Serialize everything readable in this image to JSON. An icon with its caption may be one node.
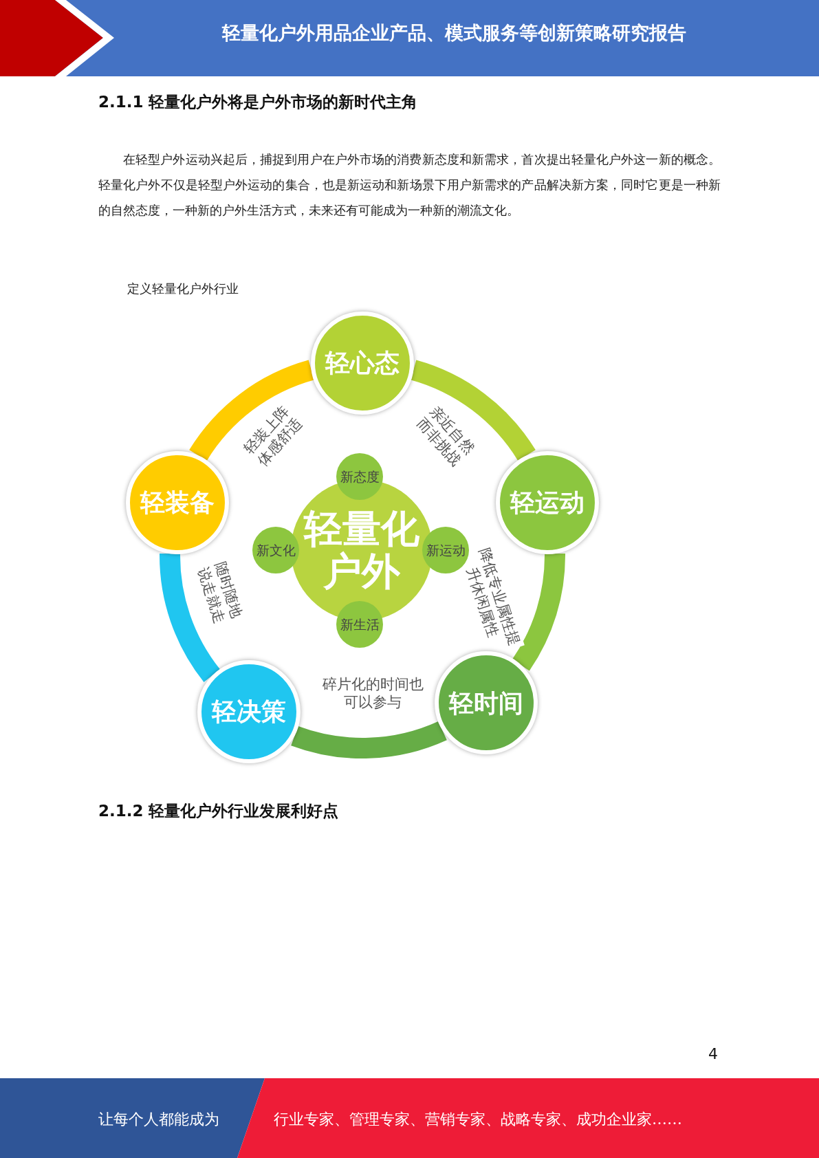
{
  "diagram": {
    "title": "轻量化户外用品企业产品、模式服务等创新策略研究报告",
    "nodes": [
      {
        "text": [
          "轻心态"
        ]
      },
      {
        "text": [
          "新态度"
        ]
      },
      {
        "text": [
          "轻装备"
        ]
      },
      {
        "text": [
          "轻量化户外"
        ]
      },
      {
        "text": [
          "新文化"
        ]
      },
      {
        "text": [
          "新运动"
        ]
      },
      {
        "text": [
          "轻运动"
        ]
      },
      {
        "text": [
          "新生活"
        ]
      },
      {
        "text": [
          "轻决策"
        ]
      },
      {
        "text": [
          "轻时间"
        ]
      }
    ],
    "edges": [
      {
        "from": 0,
        "to": 6,
        "arrow": "none",
        "label": "亲近自然而非挑战",
        "color": "#b3d235"
      },
      {
        "from": 6,
        "to": 9,
        "arrow": "none",
        "label": "降低专业属性提升休闲属性",
        "color": "#8cc63f"
      },
      {
        "from": 9,
        "to": 8,
        "arrow": "none",
        "label": "碎片化的时间也可以参与",
        "color": "#66ad46"
      },
      {
        "from": 8,
        "to": 2,
        "arrow": "none",
        "label": "随时随地说走就走",
        "color": "#20c6f0"
      },
      {
        "from": 2,
        "to": 0,
        "arrow": "none",
        "label": "轻装上阵体感舒适",
        "color": "#ffcc00"
      }
    ],
    "labels": [
      "2.1.1 轻量化户外将是户外市场的新时代主角",
      "在轻型户外运动兴起后，捕捉到用户在户外市场的消费新态度和新需求，首次提出轻量化户外这一新的概念。轻量化户外不仅是轻型户外运动的集合，也是新运动和新场景下用户新需求的产品解决新方案，同时它更是一种新的自然态度，一种新的户外生活方式，未来还有可能成为一种新的潮流文化。",
      "定义轻量化户外行业",
      "2.1.2 轻量化户外行业发展利好点",
      "4",
      "让每个人都能成为",
      "行业专家、管理专家、营销专家、战略专家、成功企业家……"
    ]
  }
}
